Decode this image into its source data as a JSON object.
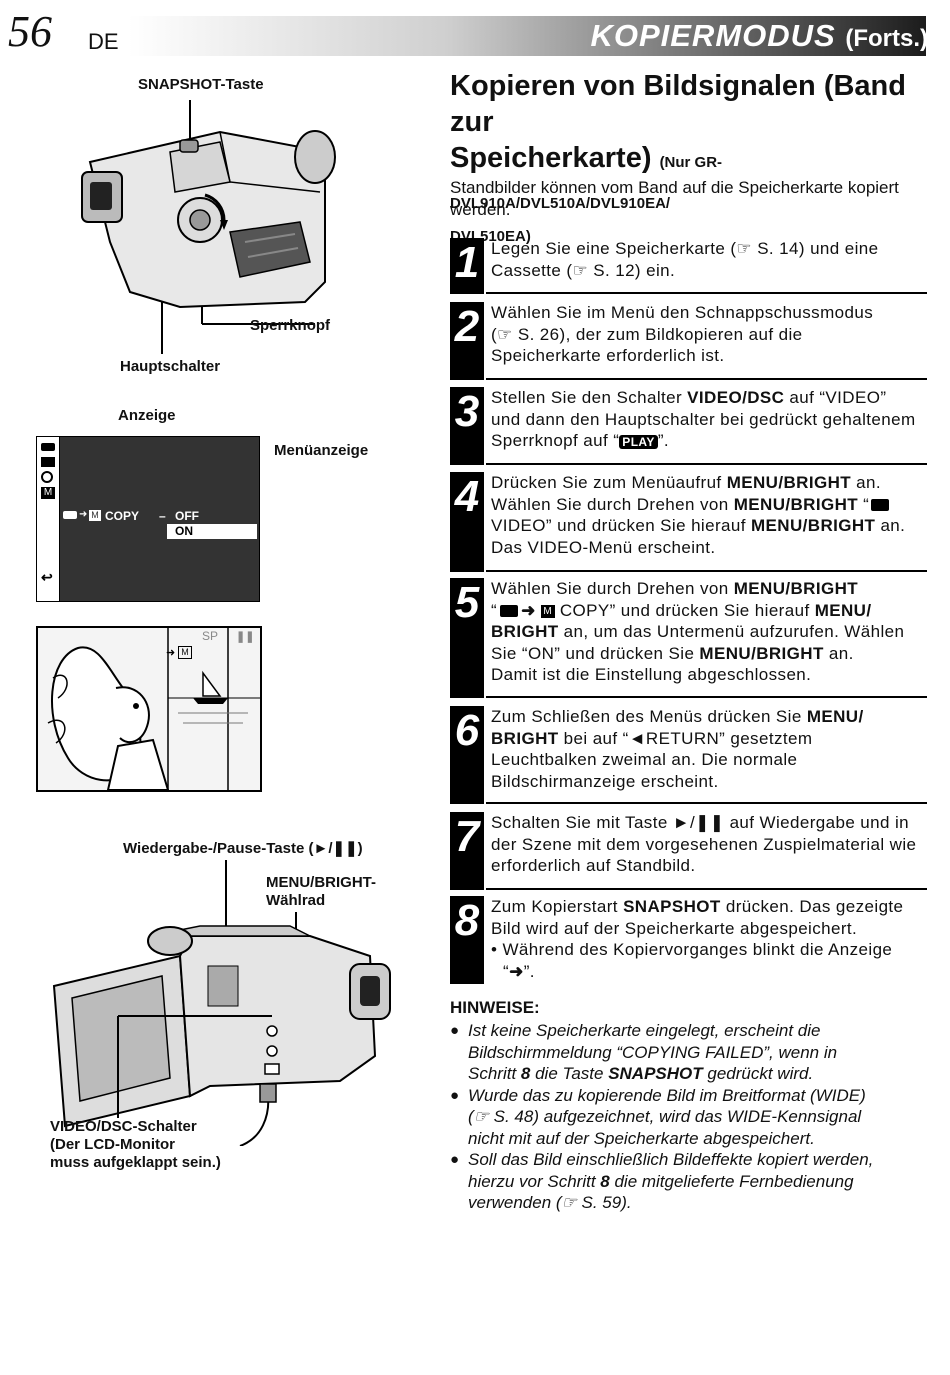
{
  "header": {
    "page_number": "56",
    "language": "DE",
    "title": "KOPIERMODUS",
    "title_suffix": "(Forts.)"
  },
  "left": {
    "label_snapshot": "SNAPSHOT-Taste",
    "label_sperrknopf": "Sperrknopf",
    "label_hauptschalter": "Hauptschalter",
    "label_anzeige": "Anzeige",
    "label_menuanzeige": "Menüanzeige",
    "menu_copy": "COPY",
    "menu_dash": "–",
    "menu_off": "OFF",
    "menu_on": "ON",
    "scene_sp": "SP",
    "label_playpause": "Wiedergabe-/Pause-Taste (►/❚❚)",
    "label_menu_bright_1": "MENU/BRIGHT-",
    "label_menu_bright_2": "Wählrad",
    "label_video_dsc_1": "VIDEO/DSC-Schalter",
    "label_video_dsc_2": "(Der LCD-Monitor",
    "label_video_dsc_3": "muss aufgeklappt sein.)"
  },
  "right": {
    "heading_1": "Kopieren von Bildsignalen (Band zur",
    "heading_2": "Speicherkarte)",
    "heading_sub_1": "(Nur GR-DVL910A/DVL510A/DVL910EA/",
    "heading_sub_2": "DVL510EA)",
    "intro": "Standbilder können vom Band auf die Speicherkarte kopiert werden."
  },
  "steps": {
    "s1": {
      "n": "1",
      "a": "Legen Sie eine Speicherkarte (☞ S. 14) und eine",
      "b": "Cassette (☞ S. 12) ein."
    },
    "s2": {
      "n": "2",
      "a": "Wählen Sie im Menü den Schnappschussmodus",
      "b": "(☞ S. 26), der zum Bildkopieren auf die",
      "c": "Speicherkarte erforderlich ist."
    },
    "s3": {
      "n": "3",
      "a1": "Stellen Sie den Schalter ",
      "a2": "VIDEO/DSC",
      "a3": " auf “VIDEO”",
      "b": "und dann den Hauptschalter bei gedrückt gehaltenem",
      "c1": "Sperrknopf auf “",
      "c2": "PLAY",
      "c3": "”."
    },
    "s4": {
      "n": "4",
      "a1": "Drücken Sie zum Menüaufruf ",
      "a2": "MENU/BRIGHT",
      "a3": " an.",
      "b1": "Wählen Sie durch Drehen von ",
      "b2": "MENU/BRIGHT",
      "b3": " “",
      "c1": "VIDEO” und drücken Sie hierauf ",
      "c2": "MENU/BRIGHT",
      "c3": " an.",
      "d": "Das VIDEO-Menü erscheint."
    },
    "s5": {
      "n": "5",
      "a1": "Wählen Sie durch Drehen von ",
      "a2": "MENU/BRIGHT",
      "b1": "“",
      "b2": " COPY” und drücken Sie hierauf ",
      "b3": "MENU/",
      "c1": "BRIGHT",
      "c2": " an, um das Untermenü aufzurufen. Wählen",
      "d1": "Sie “ON” und drücken Sie ",
      "d2": "MENU/BRIGHT",
      "d3": " an.",
      "e": "Damit ist die Einstellung abgeschlossen."
    },
    "s6": {
      "n": "6",
      "a1": "Zum Schließen des Menüs drücken Sie ",
      "a2": "MENU/",
      "b1": "BRIGHT",
      "b2": " bei auf “◄RETURN” gesetztem",
      "c": "Leuchtbalken zweimal an. Die normale",
      "d": "Bildschirmanzeige erscheint."
    },
    "s7": {
      "n": "7",
      "a": "Schalten Sie mit Taste ►/❚❚ auf Wiedergabe und in",
      "b": "der Szene mit dem vorgesehenen Zuspielmaterial wie",
      "c": "erforderlich auf Standbild."
    },
    "s8": {
      "n": "8",
      "a1": "Zum Kopierstart ",
      "a2": "SNAPSHOT",
      "a3": " drücken. Das gezeigte",
      "b": "Bild wird auf der Speicherkarte abgespeichert.",
      "c": "• Während des Kopiervorganges blinkt die Anzeige",
      "d1": "“",
      "d2": "”."
    }
  },
  "notes": {
    "title": "HINWEISE:",
    "n1a": "Ist keine Speicherkarte eingelegt, erscheint die",
    "n1b": "Bildschirmmeldung “COPYING FAILED”, wenn in",
    "n1c1": "Schritt ",
    "n1c2": "8",
    "n1c3": " die Taste ",
    "n1c4": "SNAPSHOT",
    "n1c5": " gedrückt wird.",
    "n2a": "Wurde das zu kopierende Bild im Breitformat (WIDE)",
    "n2b": "(☞ S. 48) aufgezeichnet, wird das WIDE-Kennsignal",
    "n2c": "nicht mit auf der Speicherkarte abgespeichert.",
    "n3a": "Soll das Bild einschließlich Bildeffekte kopiert werden,",
    "n3b1": "hierzu vor Schritt ",
    "n3b2": "8",
    "n3b3": " die mitgelieferte Fernbedienung",
    "n3c": "verwenden (☞ S. 59)."
  }
}
